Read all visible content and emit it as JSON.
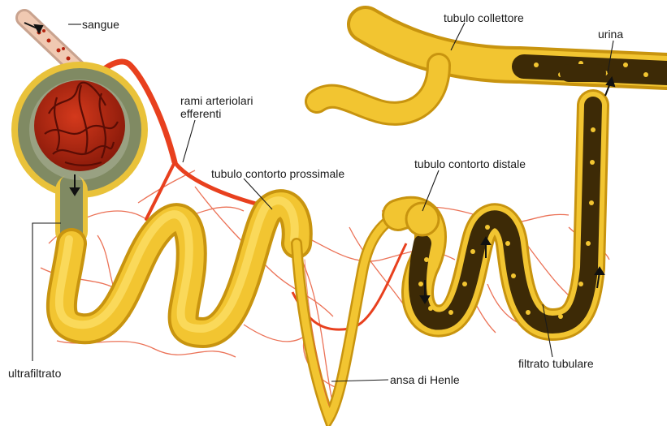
{
  "labels": {
    "sangue": "sangue",
    "tubulo_collettore": "tubulo collettore",
    "urina": "urina",
    "rami_line1": "rami arteriolari",
    "rami_line2": "efferenti",
    "tubulo_prossimale": "tubulo contorto prossimale",
    "tubulo_distale": "tubulo contorto distale",
    "ultrafiltrato": "ultrafiltrato",
    "ansa_henle": "ansa di Henle",
    "filtrato_tubulare": "filtrato tubulare"
  },
  "colors": {
    "tubule": "#f2c531",
    "tubule_dark": "#c8940f",
    "tubule_light": "#ffe676",
    "vessel": "#e8401e",
    "capillary": "#e85a3a",
    "capsule_outer": "#e9c23a",
    "capsule_inner": "#808a63",
    "glomerulus": "#b5230f",
    "lumen": "#3d2a06",
    "leader": "#1a1a1a"
  }
}
